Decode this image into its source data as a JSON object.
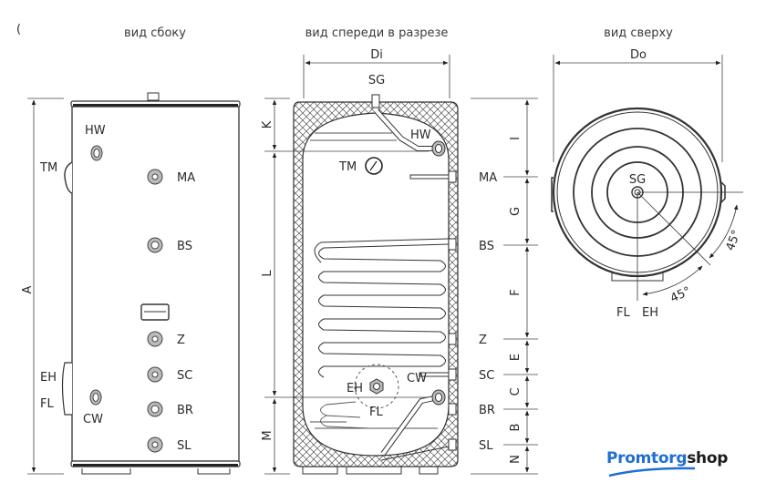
{
  "views": {
    "side": {
      "title": "вид сбоку"
    },
    "front": {
      "title": "вид спереди в разрезе"
    },
    "top": {
      "title": "вид сверху"
    }
  },
  "side_labels": {
    "hw": "HW",
    "tm": "TM",
    "ma": "MA",
    "bs": "BS",
    "z": "Z",
    "eh": "EH",
    "fl": "FL",
    "cw": "CW",
    "sc": "SC",
    "br": "BR",
    "sl": "SL",
    "dim_a": "A"
  },
  "front_labels": {
    "di": "Di",
    "sg": "SG",
    "hw": "HW",
    "tm": "TM",
    "eh": "EH",
    "cw": "CW",
    "fl": "FL",
    "dim_k": "K",
    "dim_l": "L",
    "dim_m": "M"
  },
  "right_dims": {
    "connections": [
      "MA",
      "BS",
      "Z",
      "SC",
      "BR",
      "SL"
    ],
    "segments": [
      "I",
      "G",
      "F",
      "E",
      "C",
      "B",
      "N"
    ]
  },
  "top_labels": {
    "do": "Do",
    "sg": "SG",
    "fl": "FL",
    "eh": "EH",
    "angle1": "45°",
    "angle2": "45°"
  },
  "logo": {
    "part1": "Promtorg",
    "part2": "shop",
    "color": "#1f6fd1"
  },
  "corner_mark": "("
}
